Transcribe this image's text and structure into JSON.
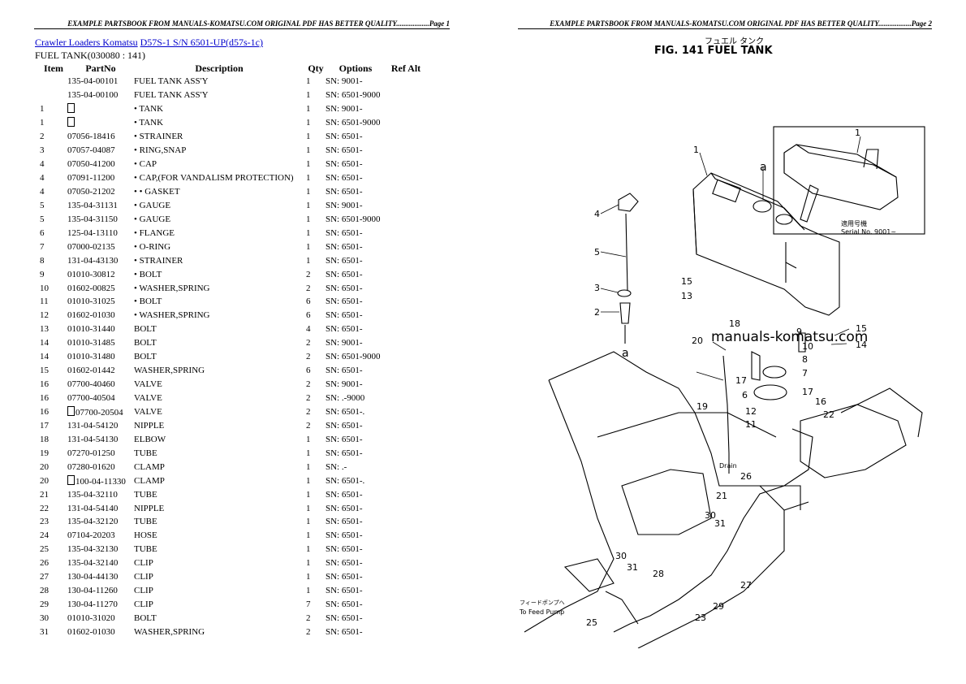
{
  "header": {
    "left": "EXAMPLE PARTSBOOK FROM MANUALS-KOMATSU.COM ORIGINAL PDF HAS BETTER QUALITY..................Page 1",
    "right": "EXAMPLE PARTSBOOK FROM MANUALS-KOMATSU.COM ORIGINAL PDF HAS BETTER QUALITY..................Page 2"
  },
  "breadcrumb": {
    "link1": "Crawler Loaders Komatsu",
    "link2": "D57S-1 S/N 6501-UP(d57s-1c)"
  },
  "section_title": "FUEL TANK(030080 : 141)",
  "columns": [
    "Item",
    "PartNo",
    "Description",
    "Qty",
    "Options",
    "Ref Alt"
  ],
  "rows": [
    {
      "item": "",
      "part": "135-04-00101",
      "desc": "FUEL TANK ASS'Y",
      "qty": "1",
      "opt": "SN: 9001-"
    },
    {
      "item": "",
      "part": "135-04-00100",
      "desc": "FUEL TANK ASS'Y",
      "qty": "1",
      "opt": "SN: 6501-9000"
    },
    {
      "item": "1",
      "part": "",
      "desc": "• TANK",
      "qty": "1",
      "opt": "SN: 9001-"
    },
    {
      "item": "1",
      "part": "",
      "desc": "• TANK",
      "qty": "1",
      "opt": "SN: 6501-9000"
    },
    {
      "item": "2",
      "part": "07056-18416",
      "desc": "• STRAINER",
      "qty": "1",
      "opt": "SN: 6501-"
    },
    {
      "item": "3",
      "part": "07057-04087",
      "desc": "• RING,SNAP",
      "qty": "1",
      "opt": "SN: 6501-"
    },
    {
      "item": "4",
      "part": "07050-41200",
      "desc": "• CAP",
      "qty": "1",
      "opt": "SN: 6501-"
    },
    {
      "item": "4",
      "part": "07091-11200",
      "desc": "• CAP,(FOR VANDALISM PROTECTION)",
      "qty": "1",
      "opt": "SN: 6501-"
    },
    {
      "item": "4",
      "part": "07050-21202",
      "desc": "• • GASKET",
      "qty": "1",
      "opt": "SN: 6501-"
    },
    {
      "item": "5",
      "part": "135-04-31131",
      "desc": "• GAUGE",
      "qty": "1",
      "opt": "SN: 9001-"
    },
    {
      "item": "5",
      "part": "135-04-31150",
      "desc": "• GAUGE",
      "qty": "1",
      "opt": "SN: 6501-9000"
    },
    {
      "item": "6",
      "part": "125-04-13110",
      "desc": "• FLANGE",
      "qty": "1",
      "opt": "SN: 6501-"
    },
    {
      "item": "7",
      "part": "07000-02135",
      "desc": "• O-RING",
      "qty": "1",
      "opt": "SN: 6501-"
    },
    {
      "item": "8",
      "part": "131-04-43130",
      "desc": "• STRAINER",
      "qty": "1",
      "opt": "SN: 6501-"
    },
    {
      "item": "9",
      "part": "01010-30812",
      "desc": "• BOLT",
      "qty": "2",
      "opt": "SN: 6501-"
    },
    {
      "item": "10",
      "part": "01602-00825",
      "desc": "• WASHER,SPRING",
      "qty": "2",
      "opt": "SN: 6501-"
    },
    {
      "item": "11",
      "part": "01010-31025",
      "desc": "• BOLT",
      "qty": "6",
      "opt": "SN: 6501-"
    },
    {
      "item": "12",
      "part": "01602-01030",
      "desc": "• WASHER,SPRING",
      "qty": "6",
      "opt": "SN: 6501-"
    },
    {
      "item": "13",
      "part": "01010-31440",
      "desc": "BOLT",
      "qty": "4",
      "opt": "SN: 6501-"
    },
    {
      "item": "14",
      "part": "01010-31485",
      "desc": "BOLT",
      "qty": "2",
      "opt": "SN: 9001-"
    },
    {
      "item": "14",
      "part": "01010-31480",
      "desc": "BOLT",
      "qty": "2",
      "opt": "SN: 6501-9000"
    },
    {
      "item": "15",
      "part": "01602-01442",
      "desc": "WASHER,SPRING",
      "qty": "6",
      "opt": "SN: 6501-"
    },
    {
      "item": "16",
      "part": "07700-40460",
      "desc": "VALVE",
      "qty": "2",
      "opt": "SN: 9001-"
    },
    {
      "item": "16",
      "part": "07700-40504",
      "desc": "VALVE",
      "qty": "2",
      "opt": "SN: .-9000"
    },
    {
      "item": "16",
      "part": "07700-20504",
      "desc": "VALVE",
      "qty": "2",
      "opt": "SN: 6501-.",
      "box": true
    },
    {
      "item": "17",
      "part": "131-04-54120",
      "desc": "NIPPLE",
      "qty": "2",
      "opt": "SN: 6501-"
    },
    {
      "item": "18",
      "part": "131-04-54130",
      "desc": "ELBOW",
      "qty": "1",
      "opt": "SN: 6501-"
    },
    {
      "item": "19",
      "part": "07270-01250",
      "desc": "TUBE",
      "qty": "1",
      "opt": "SN: 6501-"
    },
    {
      "item": "20",
      "part": "07280-01620",
      "desc": "CLAMP",
      "qty": "1",
      "opt": "SN: .-"
    },
    {
      "item": "20",
      "part": "100-04-11330",
      "desc": "CLAMP",
      "qty": "1",
      "opt": "SN: 6501-.",
      "box": true
    },
    {
      "item": "21",
      "part": "135-04-32110",
      "desc": "TUBE",
      "qty": "1",
      "opt": "SN: 6501-"
    },
    {
      "item": "22",
      "part": "131-04-54140",
      "desc": "NIPPLE",
      "qty": "1",
      "opt": "SN: 6501-"
    },
    {
      "item": "23",
      "part": "135-04-32120",
      "desc": "TUBE",
      "qty": "1",
      "opt": "SN: 6501-"
    },
    {
      "item": "24",
      "part": "07104-20203",
      "desc": "HOSE",
      "qty": "1",
      "opt": "SN: 6501-"
    },
    {
      "item": "25",
      "part": "135-04-32130",
      "desc": "TUBE",
      "qty": "1",
      "opt": "SN: 6501-"
    },
    {
      "item": "26",
      "part": "135-04-32140",
      "desc": "CLIP",
      "qty": "1",
      "opt": "SN: 6501-"
    },
    {
      "item": "27",
      "part": "130-04-44130",
      "desc": "CLIP",
      "qty": "1",
      "opt": "SN: 6501-"
    },
    {
      "item": "28",
      "part": "130-04-11260",
      "desc": "CLIP",
      "qty": "1",
      "opt": "SN: 6501-"
    },
    {
      "item": "29",
      "part": "130-04-11270",
      "desc": "CLIP",
      "qty": "7",
      "opt": "SN: 6501-"
    },
    {
      "item": "30",
      "part": "01010-31020",
      "desc": "BOLT",
      "qty": "2",
      "opt": "SN: 6501-"
    },
    {
      "item": "31",
      "part": "01602-01030",
      "desc": "WASHER,SPRING",
      "qty": "2",
      "opt": "SN: 6501-"
    }
  ],
  "diagram": {
    "fig_title": "FIG. 141  FUEL  TANK",
    "jp_title": "フュエル タンク",
    "watermark": "manuals-komatsu.com",
    "serial_jp": "適用号機",
    "serial_note": "Serial  No. 9001~",
    "drain": "Drain",
    "feed_jp": "フィードポンプへ",
    "feed_label": "To Feed Pump",
    "marker_a": "a",
    "callouts": [
      "1",
      "1",
      "2",
      "3",
      "4",
      "5",
      "6",
      "7",
      "8",
      "9",
      "10",
      "11",
      "12",
      "13",
      "14",
      "15",
      "15",
      "16",
      "17",
      "17",
      "18",
      "19",
      "20",
      "21",
      "22",
      "23",
      "25",
      "26",
      "27",
      "28",
      "29",
      "30",
      "30",
      "31",
      "31"
    ]
  }
}
